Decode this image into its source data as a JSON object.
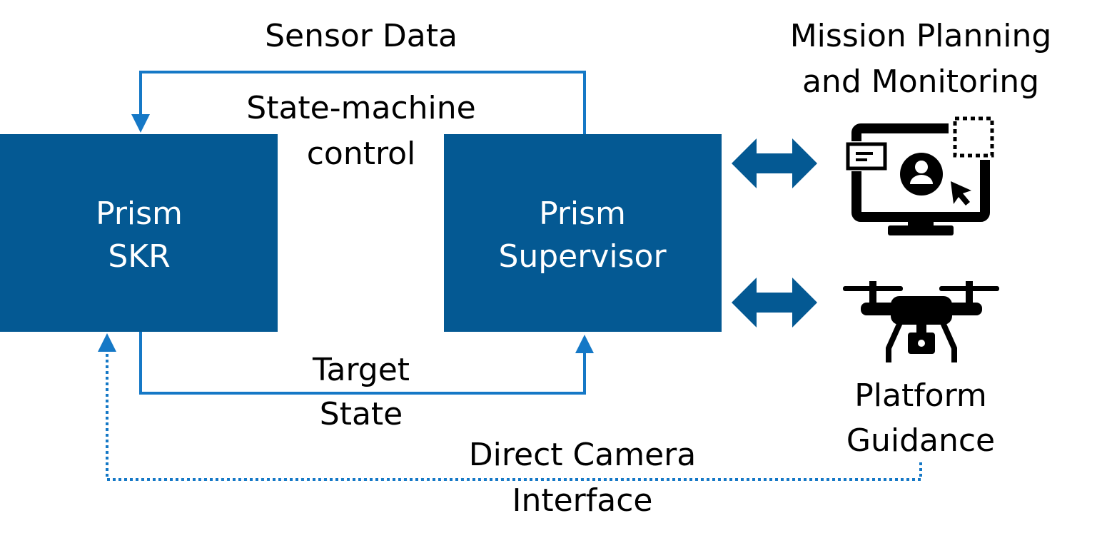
{
  "colors": {
    "box_fill": "#045993",
    "flow_line": "#1578c6",
    "icon": "#000000",
    "text": "#000000",
    "box_text": "#ffffff"
  },
  "nodes": {
    "skr": {
      "line1": "Prism",
      "line2": "SKR"
    },
    "supervisor": {
      "line1": "Prism",
      "line2": "Supervisor"
    },
    "mission": {
      "line1": "Mission Planning",
      "line2": "and Monitoring",
      "icon": "monitor-user-icon"
    },
    "platform": {
      "line1": "Platform",
      "line2": "Guidance",
      "icon": "drone-icon"
    }
  },
  "edges": {
    "sensor_data": {
      "label": "Sensor Data"
    },
    "state_machine": {
      "line1": "State-machine",
      "line2": "control"
    },
    "target_state": {
      "line1": "Target",
      "line2": "State"
    },
    "camera": {
      "line1": "Direct Camera",
      "line2": "Interface"
    }
  }
}
